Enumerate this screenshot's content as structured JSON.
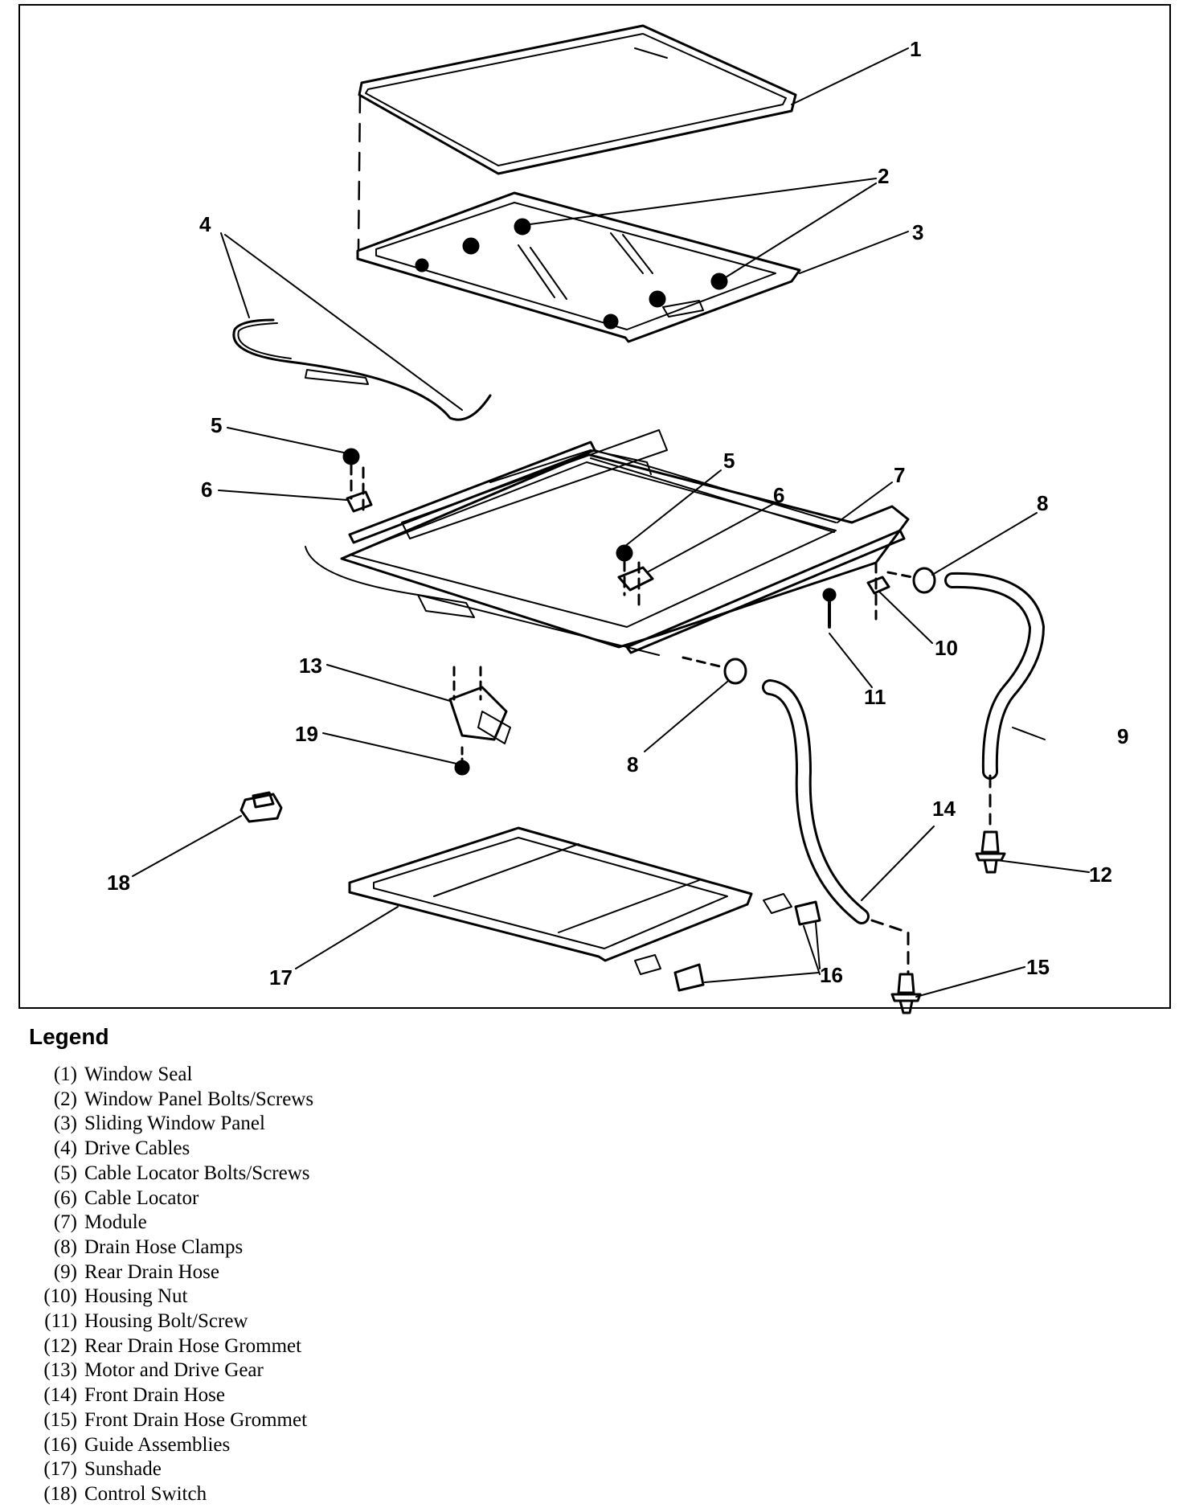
{
  "callouts": {
    "c1": "1",
    "c2": "2",
    "c3": "3",
    "c4": "4",
    "c5a": "5",
    "c5b": "5",
    "c6a": "6",
    "c6b": "6",
    "c7": "7",
    "c8a": "8",
    "c8b": "8",
    "c9": "9",
    "c10": "10",
    "c11": "11",
    "c12": "12",
    "c13": "13",
    "c14": "14",
    "c15": "15",
    "c16": "16",
    "c17": "17",
    "c18": "18",
    "c19": "19"
  },
  "legend": {
    "title": "Legend",
    "items": [
      {
        "num": "(1)",
        "label": "Window Seal"
      },
      {
        "num": "(2)",
        "label": "Window Panel Bolts/Screws"
      },
      {
        "num": "(3)",
        "label": "Sliding Window Panel"
      },
      {
        "num": "(4)",
        "label": "Drive Cables"
      },
      {
        "num": "(5)",
        "label": "Cable Locator Bolts/Screws"
      },
      {
        "num": "(6)",
        "label": "Cable Locator"
      },
      {
        "num": "(7)",
        "label": "Module"
      },
      {
        "num": "(8)",
        "label": "Drain Hose Clamps"
      },
      {
        "num": "(9)",
        "label": "Rear Drain Hose"
      },
      {
        "num": "(10)",
        "label": "Housing Nut"
      },
      {
        "num": "(11)",
        "label": "Housing Bolt/Screw"
      },
      {
        "num": "(12)",
        "label": "Rear Drain Hose Grommet"
      },
      {
        "num": "(13)",
        "label": "Motor and Drive Gear"
      },
      {
        "num": "(14)",
        "label": "Front Drain Hose"
      },
      {
        "num": "(15)",
        "label": "Front Drain Hose Grommet"
      },
      {
        "num": "(16)",
        "label": "Guide Assemblies"
      },
      {
        "num": "(17)",
        "label": "Sunshade"
      },
      {
        "num": "(18)",
        "label": "Control Switch"
      }
    ]
  }
}
